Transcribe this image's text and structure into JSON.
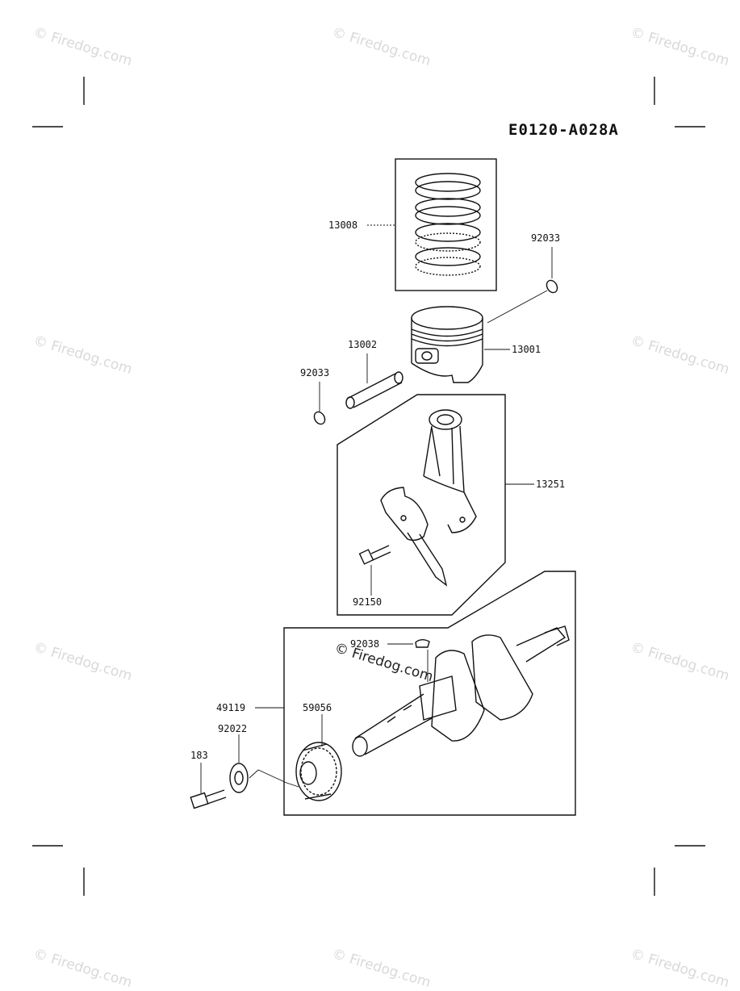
{
  "diagram_code": "E0120-A028A",
  "watermark": "© Firedog.com",
  "center_watermark": "© Firedog.com",
  "parts": {
    "p13008": "13008",
    "p92033_top": "92033",
    "p13002": "13002",
    "p13001": "13001",
    "p92033_left": "92033",
    "p13251": "13251",
    "p92150": "92150",
    "p92038": "92038",
    "p49119": "49119",
    "p59056": "59056",
    "p92022": "92022",
    "p183": "183"
  }
}
